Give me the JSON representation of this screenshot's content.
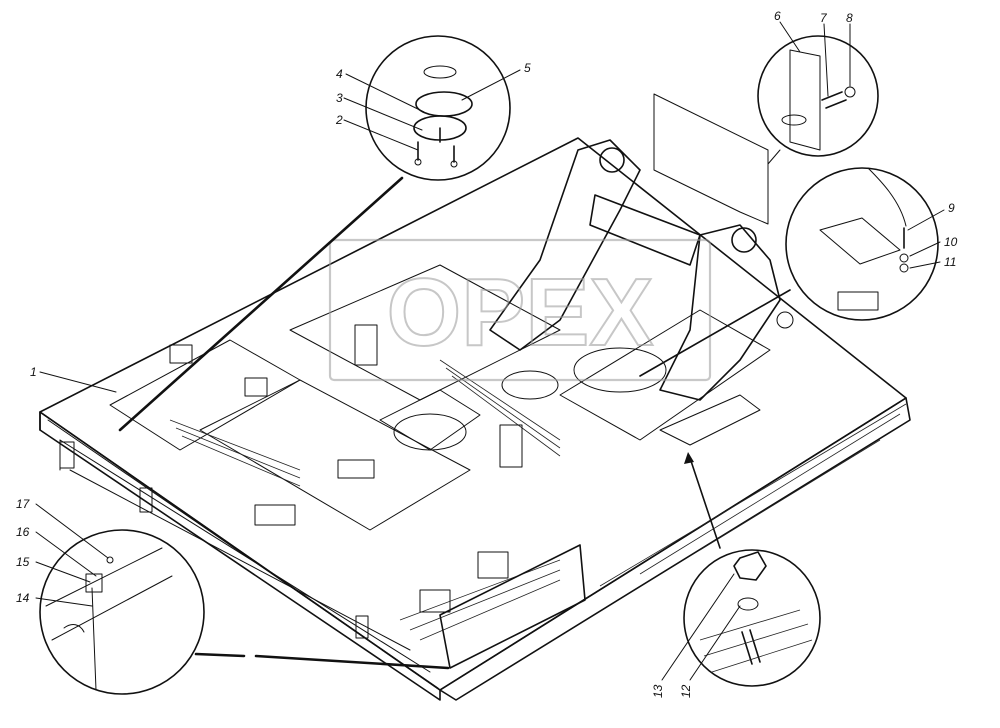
{
  "diagram": {
    "watermark_text": "OPEX",
    "part_labels": [
      "1",
      "2",
      "3",
      "4",
      "5",
      "6",
      "7",
      "8",
      "9",
      "10",
      "11",
      "12",
      "13",
      "14",
      "15",
      "16",
      "17"
    ]
  }
}
